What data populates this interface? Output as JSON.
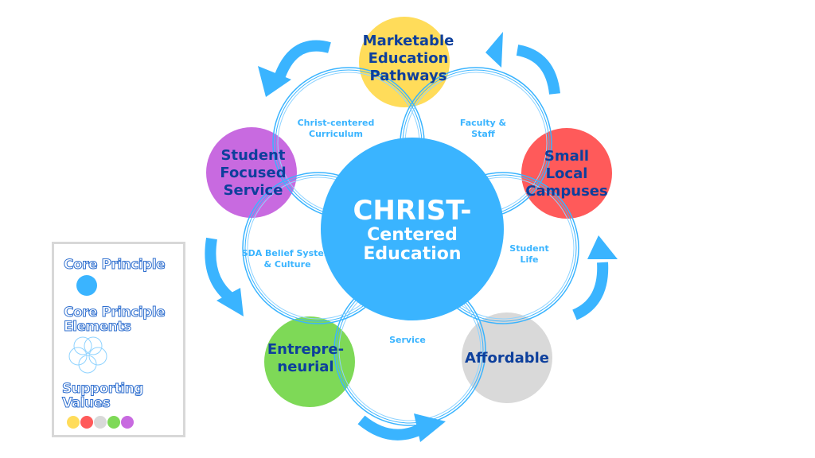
{
  "core_principle": {
    "line1": "CHRIST-",
    "line2": "Centered",
    "line3": "Education",
    "color": "#3ab4ff"
  },
  "elements": [
    {
      "line1": "Christ-centered",
      "line2": "Curriculum"
    },
    {
      "line1": "Faculty &",
      "line2": "Staff"
    },
    {
      "line1": "Student",
      "line2": "Life"
    },
    {
      "line1": "Service",
      "line2": ""
    },
    {
      "line1": "SDA Belief System",
      "line2": "& Culture"
    }
  ],
  "supporting_values": [
    {
      "lines": [
        "Marketable",
        "Education",
        "Pathways"
      ],
      "color": "#ffdc5a"
    },
    {
      "lines": [
        "Small",
        "Local",
        "Campuses"
      ],
      "color": "#ff5a5a"
    },
    {
      "lines": [
        "Affordable"
      ],
      "color": "#d9d9d9"
    },
    {
      "lines": [
        "Entrepre-",
        "neurial"
      ],
      "color": "#7ed957"
    },
    {
      "lines": [
        "Student",
        "Focused",
        "Service"
      ],
      "color": "#c86ae0"
    }
  ],
  "legend": {
    "core_principle": "Core Principle",
    "elements_line1": "Core Principle",
    "elements_line2": "Elements",
    "supporting_line1": "Supporting",
    "supporting_line2": "Values"
  }
}
